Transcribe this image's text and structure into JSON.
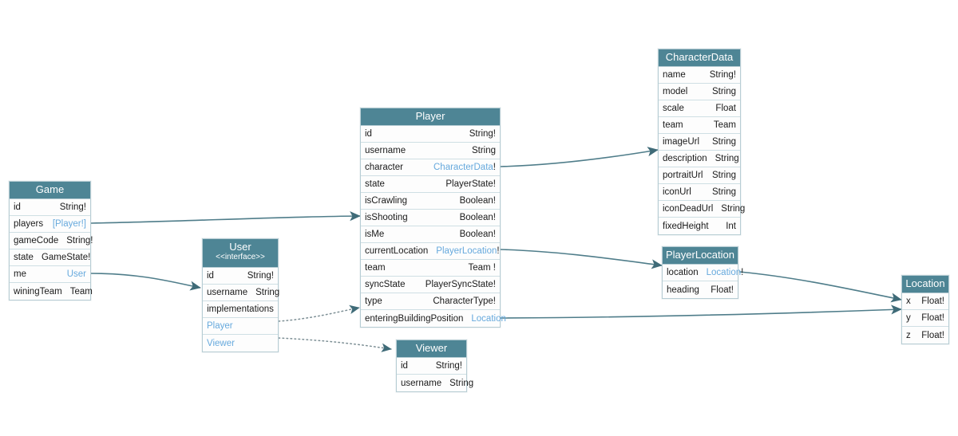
{
  "diagram": {
    "title": "GraphQL Schema Diagram",
    "colors": {
      "header_bg": "#4e8595",
      "header_text": "#ffffff",
      "row_bg": "#fdfdfd",
      "row_text": "#1a1a1a",
      "link_text": "#66a9dd",
      "border": "#b7cdd4",
      "edge": "#4f7d8a",
      "background": "#ffffff"
    }
  },
  "entities": {
    "game": {
      "name": "Game",
      "rows": [
        {
          "field": "id",
          "type": "String!",
          "link": false
        },
        {
          "field": "players",
          "type": "[Player!]",
          "link": true
        },
        {
          "field": "gameCode",
          "type": "String!",
          "link": false
        },
        {
          "field": "state",
          "type": "GameState!",
          "link": false
        },
        {
          "field": "me",
          "type": "User",
          "link": true
        },
        {
          "field": "winingTeam",
          "type": "Team",
          "link": false
        }
      ]
    },
    "user": {
      "name": "User",
      "stereotype": "<<interface>>",
      "rows": [
        {
          "field": "id",
          "type": "String!",
          "link": false
        },
        {
          "field": "username",
          "type": "String",
          "link": false
        }
      ],
      "implementations_label": "implementations",
      "implementations": [
        {
          "field": "Player"
        },
        {
          "field": "Viewer"
        }
      ]
    },
    "player": {
      "name": "Player",
      "rows": [
        {
          "field": "id",
          "type": "String!",
          "link": false
        },
        {
          "field": "username",
          "type": "String",
          "link": false
        },
        {
          "field": "character",
          "type": "CharacterData",
          "bang": "!",
          "link": true
        },
        {
          "field": "state",
          "type": "PlayerState!",
          "link": false
        },
        {
          "field": "isCrawling",
          "type": "Boolean!",
          "link": false
        },
        {
          "field": "isShooting",
          "type": "Boolean!",
          "link": false
        },
        {
          "field": "isMe",
          "type": "Boolean!",
          "link": false
        },
        {
          "field": "currentLocation",
          "type": "PlayerLocation",
          "bang": "!",
          "link": true
        },
        {
          "field": "team",
          "type": "Team !",
          "link": false
        },
        {
          "field": "syncState",
          "type": "PlayerSyncState!",
          "link": false
        },
        {
          "field": "type",
          "type": "CharacterType!",
          "link": false
        },
        {
          "field": "enteringBuildingPosition",
          "type": "Location",
          "link": true
        }
      ]
    },
    "viewer": {
      "name": "Viewer",
      "rows": [
        {
          "field": "id",
          "type": "String!",
          "link": false
        },
        {
          "field": "username",
          "type": "String",
          "link": false
        }
      ]
    },
    "characterdata": {
      "name": "CharacterData",
      "rows": [
        {
          "field": "name",
          "type": "String!",
          "link": false
        },
        {
          "field": "model",
          "type": "String",
          "link": false
        },
        {
          "field": "scale",
          "type": "Float",
          "link": false
        },
        {
          "field": "team",
          "type": "Team",
          "link": false
        },
        {
          "field": "imageUrl",
          "type": "String",
          "link": false
        },
        {
          "field": "description",
          "type": "String",
          "link": false
        },
        {
          "field": "portraitUrl",
          "type": "String",
          "link": false
        },
        {
          "field": "iconUrl",
          "type": "String",
          "link": false
        },
        {
          "field": "iconDeadUrl",
          "type": "String",
          "link": false
        },
        {
          "field": "fixedHeight",
          "type": "Int",
          "link": false
        }
      ]
    },
    "playerlocation": {
      "name": "PlayerLocation",
      "rows": [
        {
          "field": "location",
          "type": "Location",
          "bang": "!",
          "link": true
        },
        {
          "field": "heading",
          "type": "Float!",
          "link": false
        }
      ]
    },
    "location": {
      "name": "Location",
      "rows": [
        {
          "field": "x",
          "type": "Float!",
          "link": false
        },
        {
          "field": "y",
          "type": "Float!",
          "link": false
        },
        {
          "field": "z",
          "type": "Float!",
          "link": false
        }
      ]
    }
  },
  "edges": [
    {
      "from": "game.players",
      "to": "player",
      "style": "solid"
    },
    {
      "from": "game.me",
      "to": "user",
      "style": "solid"
    },
    {
      "from": "player.character",
      "to": "characterdata",
      "style": "solid"
    },
    {
      "from": "player.currentLocation",
      "to": "playerlocation",
      "style": "solid"
    },
    {
      "from": "player.enteringBuildingPosition",
      "to": "location",
      "style": "solid"
    },
    {
      "from": "playerlocation.location",
      "to": "location",
      "style": "solid"
    },
    {
      "from": "user.Player",
      "to": "player",
      "style": "dotted"
    },
    {
      "from": "user.Viewer",
      "to": "viewer",
      "style": "dotted"
    }
  ]
}
